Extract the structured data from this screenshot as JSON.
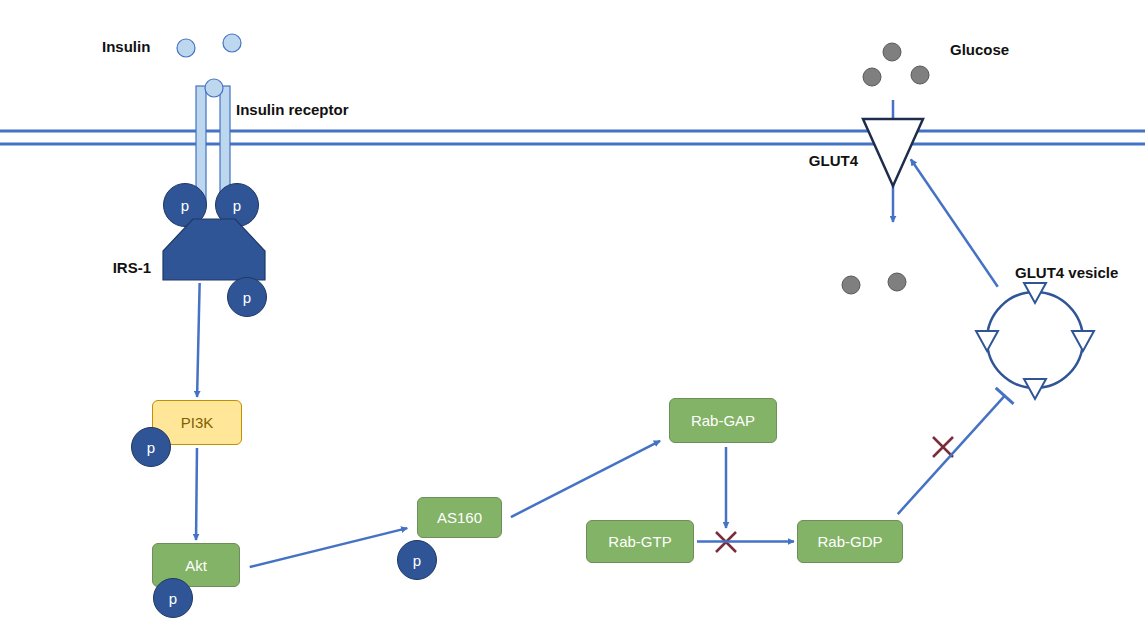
{
  "diagram": {
    "nodes": [
      {
        "text": [
          "p"
        ]
      },
      {
        "text": [
          "p"
        ]
      },
      {
        "text": [
          "IRS-1"
        ]
      },
      {
        "text": [
          "p"
        ]
      },
      {
        "text": [
          "PI3K"
        ]
      },
      {
        "text": [
          "p"
        ]
      },
      {
        "text": [
          "Akt"
        ]
      },
      {
        "text": [
          "p"
        ]
      },
      {
        "text": [
          "AS160"
        ]
      },
      {
        "text": [
          "p"
        ]
      },
      {
        "text": [
          "Rab-GAP"
        ]
      },
      {
        "text": [
          "Rab-GTP"
        ]
      },
      {
        "text": [
          "Rab-GDP"
        ]
      },
      {
        "text": [
          "GLUT4"
        ]
      },
      {
        "text": [
          "GLUT4 vesicle"
        ]
      }
    ],
    "edges": [
      {
        "from": 2,
        "to": 4,
        "arrow": "to"
      },
      {
        "from": 4,
        "to": 6,
        "arrow": "to"
      },
      {
        "from": 6,
        "to": 8,
        "arrow": "to"
      },
      {
        "from": 8,
        "to": 10,
        "arrow": "to"
      },
      {
        "from": 11,
        "to": 12,
        "arrow": "to"
      },
      {
        "from": 12,
        "to": 14,
        "arrow": "to"
      },
      {
        "from": 14,
        "to": 13,
        "arrow": "to"
      }
    ],
    "labels": [
      "Insulin",
      "Insulin receptor",
      "Glucose"
    ]
  }
}
